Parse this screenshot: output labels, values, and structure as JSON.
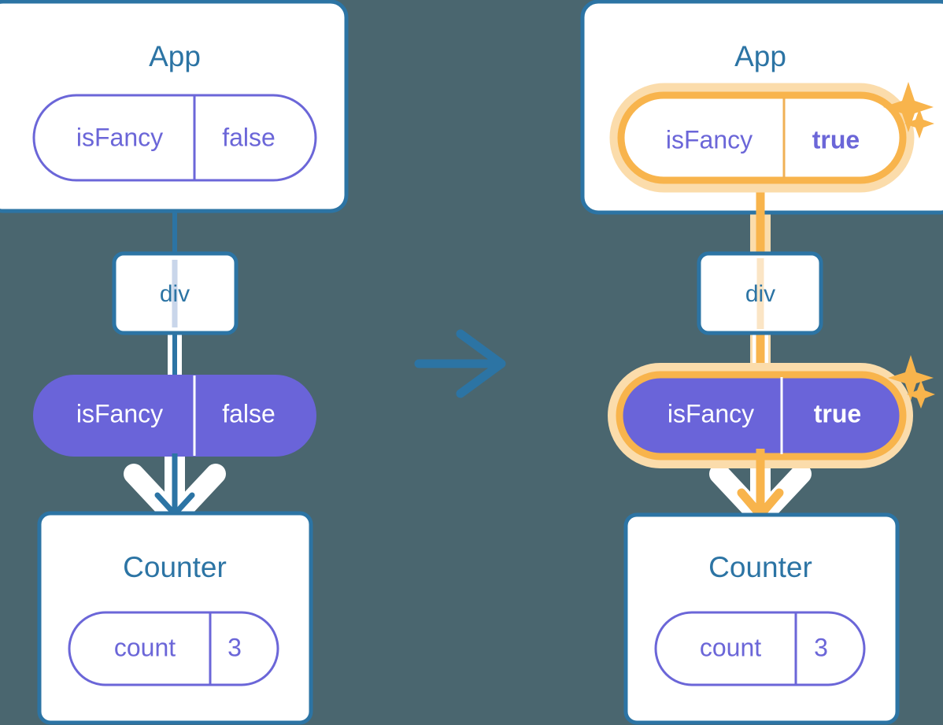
{
  "diagram": {
    "type": "react-state-propagation",
    "background_color": "#4a666f",
    "accent_blue": "#2c74a4",
    "accent_purple": "#6b66d8",
    "accent_amber": "#f9b council",
    "transition_arrow": "right-arrow-icon"
  },
  "colors": {
    "background": "#4a666f",
    "blue": "#2c74a4",
    "purple": "#6b66d8",
    "purple_fill": "#6a64d9",
    "amber": "#f8b44c",
    "amber_glow": "#fbdcab",
    "white": "#ffffff"
  },
  "left_panel": {
    "label": "before-state",
    "app": {
      "title": "App",
      "state": {
        "name": "isFancy",
        "value": "false",
        "highlighted": false,
        "style": "outline"
      }
    },
    "div": {
      "label": "div"
    },
    "prop": {
      "name": "isFancy",
      "value": "false",
      "highlighted": false,
      "style": "filled"
    },
    "counter": {
      "title": "Counter",
      "state": {
        "name": "count",
        "value": "3",
        "highlighted": false,
        "style": "outline"
      }
    }
  },
  "transition": {
    "icon": "arrow-right-icon",
    "color": "#2c74a4"
  },
  "right_panel": {
    "label": "after-state",
    "app": {
      "title": "App",
      "state": {
        "name": "isFancy",
        "value": "true",
        "highlighted": true,
        "style": "outline"
      },
      "sparkles": "sparkle-icon"
    },
    "div": {
      "label": "div"
    },
    "prop": {
      "name": "isFancy",
      "value": "true",
      "highlighted": true,
      "style": "filled",
      "sparkles": "sparkle-icon"
    },
    "counter": {
      "title": "Counter",
      "state": {
        "name": "count",
        "value": "3",
        "highlighted": false,
        "style": "outline"
      }
    }
  }
}
